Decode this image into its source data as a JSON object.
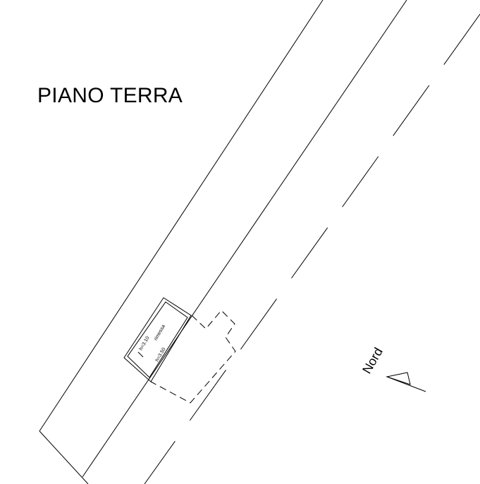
{
  "drawing": {
    "title": "PIANO TERRA",
    "room_label": "rimessa",
    "height_label_1": "h=3.10",
    "height_label_2": "h=3.50",
    "north_label": "Nord"
  },
  "colors": {
    "background": "#ffffff",
    "ink": "#000000"
  }
}
